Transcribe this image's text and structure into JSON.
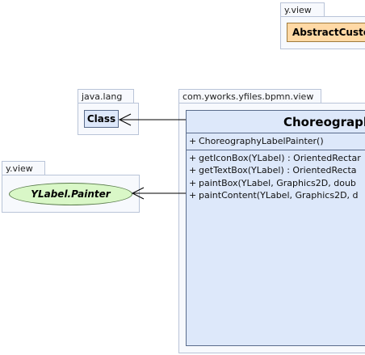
{
  "packages": {
    "yview_top": {
      "name": "y.view"
    },
    "javalang": {
      "name": "java.lang"
    },
    "bpmnview": {
      "name": "com.yworks.yfiles.bpmn.view"
    },
    "yview_left": {
      "name": "y.view"
    }
  },
  "classes": {
    "abstract_custom": {
      "name": "AbstractCusto"
    },
    "class": {
      "name": "Class"
    },
    "ylabel_painter": {
      "name": "YLabel.Painter"
    },
    "main": {
      "name": "Choreograph",
      "constructors": [
        {
          "visibility": "+",
          "signature": "ChoreographyLabelPainter()"
        }
      ],
      "methods": [
        {
          "visibility": "+",
          "signature": "getIconBox(YLabel) : OrientedRectar"
        },
        {
          "visibility": "+",
          "signature": "getTextBox(YLabel) : OrientedRecta"
        },
        {
          "visibility": "+",
          "signature": "paintBox(YLabel, Graphics2D, doub"
        },
        {
          "visibility": "+",
          "signature": "paintContent(YLabel, Graphics2D, d"
        }
      ]
    }
  },
  "colors": {
    "package_fill": "#f7f9fd",
    "package_border": "#b9c4d8",
    "class_fill": "#dde8fa",
    "abstract_fill": "#ffd9a5",
    "interface_fill": "#d9f7c7"
  }
}
